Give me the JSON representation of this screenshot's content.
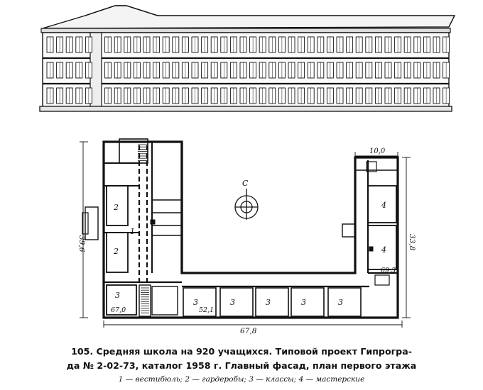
{
  "caption": {
    "line1": "105. Средняя школа на 920 учащихся. Типовой проект Гипрогра-",
    "line2": "да № 2-02-73, каталог 1958 г. Главный фасад, план первого этажа",
    "legend": "1 — вестибюль;  2 — гардеробы;  3 — классы;  4 — мастерские"
  },
  "plan": {
    "dimensions": {
      "total_width": "67,8",
      "left_height": "39,6",
      "right_height": "33,8",
      "right_wing_width": "10,0",
      "right_span": "69,3",
      "bottom_left": "67,0",
      "class_room": "52,1"
    },
    "room_labels": {
      "vestibule": "1",
      "cloak_top": "2",
      "cloak_bottom": "2",
      "class_corner": "3",
      "classes": [
        "3",
        "3",
        "3",
        "3",
        "3"
      ],
      "workshop_top": "4",
      "workshop_bottom": "4"
    },
    "north_mark": "С"
  }
}
